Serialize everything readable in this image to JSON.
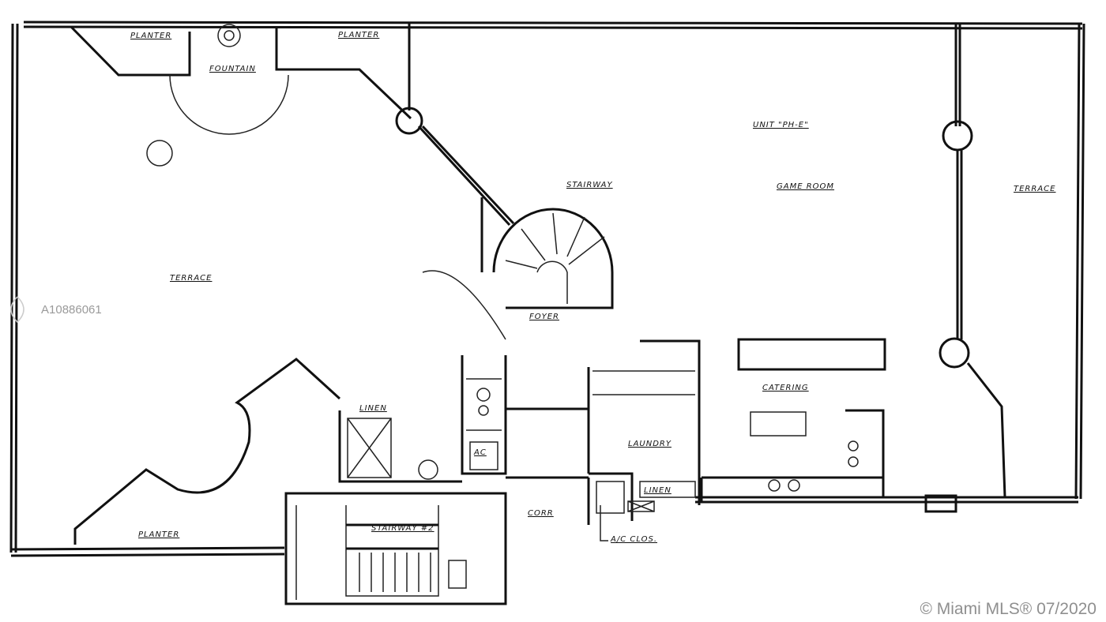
{
  "plan": {
    "unit": "UNIT \"PH-E\"",
    "rooms": {
      "planter_top_left": "PLANTER",
      "planter_top": "PLANTER",
      "fountain": "FOUNTAIN",
      "stairway": "STAIRWAY",
      "game_room": "GAME ROOM",
      "terrace_right": "TERRACE",
      "terrace_left": "TERRACE",
      "foyer": "FOYER",
      "linen_left": "LINEN",
      "catering": "CATERING",
      "laundry": "LAUNDRY",
      "linen_right": "LINEN",
      "ac": "AC",
      "corr": "CORR",
      "ac_closet": "A/C CLOS.",
      "stairway_2": "STAIRWAY #2",
      "planter_bottom": "PLANTER"
    }
  },
  "watermark": {
    "listing_id": "A10886061",
    "copyright": "© Miami MLS® 07/2020"
  }
}
